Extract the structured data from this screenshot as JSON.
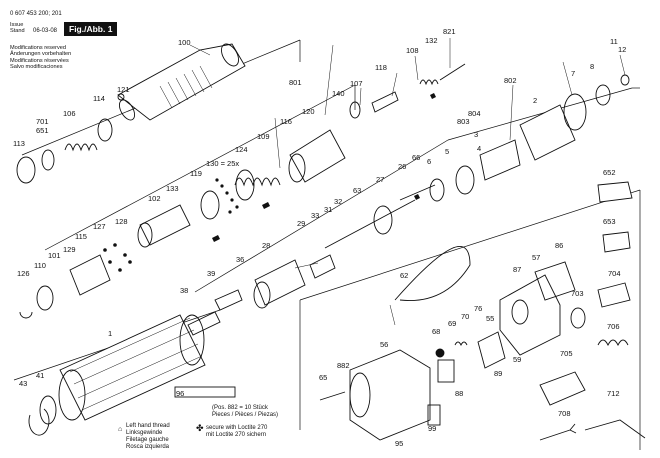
{
  "header": {
    "part_number": "0 607 453 200; 201",
    "issue_label": "Issue\nStand",
    "issue_date": "06-03-08",
    "figure_label": "Fig./Abb. 1",
    "modifications": "Modifications reserved\nÄnderungen vorbehalten\nModifications réservées\nSalvo modificaciones"
  },
  "legend": {
    "left_hand": "Left hand thread\nLinksgewinde\nFiletage gauche\nRosca izquierda",
    "loctite": "secure with Loctite 270\nmit Loctite 270 sichern",
    "pos_note": "(Pos. 882 = 10 Stück\nPieces / Pièces / Piezas)"
  },
  "parts": [
    "0 607 453 200",
    "201",
    "100",
    "113",
    "701",
    "651",
    "106",
    "114",
    "118",
    "129",
    "130",
    "132",
    "133",
    "128",
    "127",
    "126",
    "110",
    "101",
    "115",
    "102",
    "119",
    "124",
    "109",
    "116",
    "120",
    "121",
    "140",
    "107",
    "108",
    "801",
    "802",
    "803",
    "804",
    "2",
    "3",
    "4",
    "5",
    "6",
    "7",
    "8",
    "11",
    "12",
    "26",
    "27",
    "28",
    "29",
    "31",
    "32",
    "33",
    "36",
    "38",
    "39",
    "41",
    "43",
    "55",
    "56",
    "57",
    "59",
    "62",
    "63",
    "65",
    "66",
    "68",
    "69",
    "70",
    "76",
    "86",
    "87",
    "88",
    "89",
    "95",
    "96",
    "99",
    "652",
    "653",
    "703",
    "704",
    "705",
    "706",
    "708",
    "712",
    "821",
    "882",
    "1"
  ]
}
